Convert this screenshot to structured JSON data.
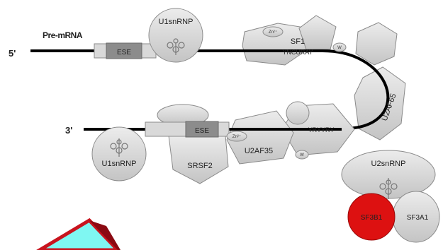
{
  "labels": {
    "pre_mrna": "Pre-mRNA",
    "five_prime": "5'",
    "three_prime": "3'",
    "ese_top": "ESE",
    "ese_bottom": "ESE",
    "u1snrnp_top": "U1snRNP",
    "u1snrnp_bottom": "U1snRNP",
    "sf1": "SF1",
    "yncuray": "YNCURAY",
    "zn_top": "Zn²⁺",
    "zn_bottom": "Zn²⁺",
    "w_top": "W",
    "w_bottom": "W",
    "u2af65": "U2AF65",
    "yryyry": "YRYYRY",
    "u2af35": "U2AF35",
    "srsf2": "SRSF2",
    "u2snrnp": "U2snRNP",
    "sf3b1": "SF3B1",
    "sf3a1": "SF3A1"
  },
  "colors": {
    "protein_fill": "#d3d3d3",
    "protein_stroke": "#8a8a8a",
    "ese_fill": "#8c8c8c",
    "rna_line": "#000000",
    "sf3b1": "#dd1111",
    "cyan_box": "#7ff7f2",
    "red_border": "#c8141e"
  }
}
